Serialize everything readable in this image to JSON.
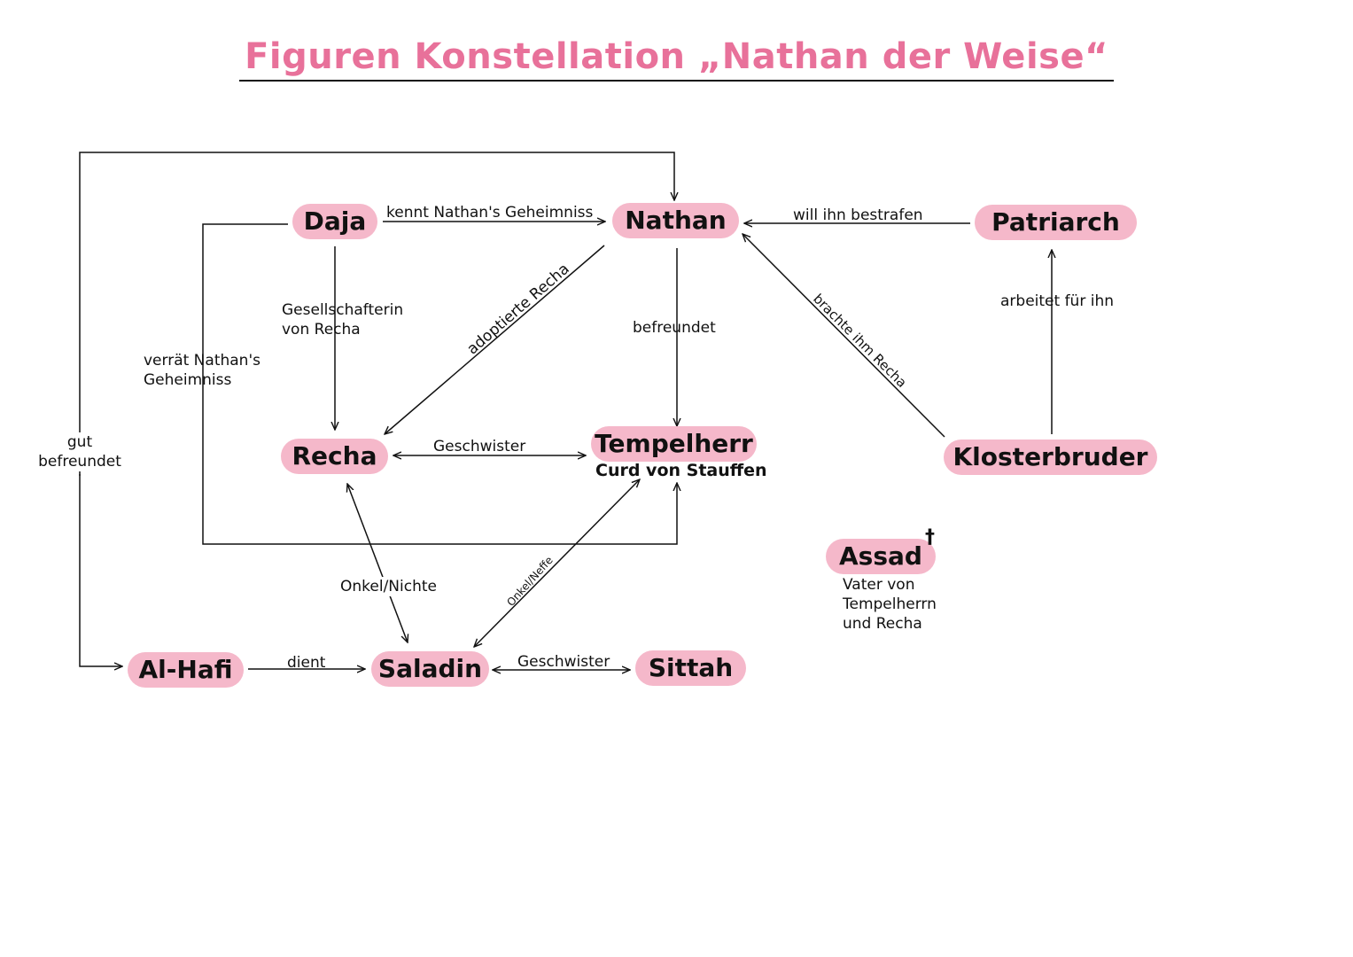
{
  "title": "Figuren Konstellation „Nathan der Weise“",
  "colors": {
    "title": "#e8719a",
    "node_fill": "#f5b8ca",
    "line": "#111111"
  },
  "nodes": {
    "nathan": "Nathan",
    "daja": "Daja",
    "patriarch": "Patriarch",
    "recha": "Recha",
    "tempelherr": "Tempelherr",
    "tempelherr_sub": "Curd von Stauffen",
    "klosterbruder": "Klosterbruder",
    "assad": "Assad",
    "assad_mark": "†",
    "assad_note": [
      "Vater von",
      "Tempelherrn",
      "und Recha"
    ],
    "alhafi": "Al-Hafi",
    "saladin": "Saladin",
    "sittah": "Sittah"
  },
  "edges": {
    "daja_nathan": "kennt Nathan's Geheimniss",
    "patriarch_nathan": "will ihn bestrafen",
    "daja_recha": [
      "Gesellschafterin",
      "von Recha"
    ],
    "nathan_recha": "adoptierte Recha",
    "nathan_tempelherr": "befreundet",
    "klosterbruder_nathan": "brachte ihm Recha",
    "klosterbruder_patriarch": "arbeitet für ihn",
    "daja_tempelherr": [
      "verrät Nathan's",
      "Geheimniss"
    ],
    "recha_tempelherr": "Geschwister",
    "alhafi_nathan": [
      "gut",
      "befreundet"
    ],
    "recha_saladin": "Onkel/Nichte",
    "saladin_tempelherr": "Onkel/Neffe",
    "alhafi_saladin": "dient",
    "saladin_sittah": "Geschwister"
  }
}
